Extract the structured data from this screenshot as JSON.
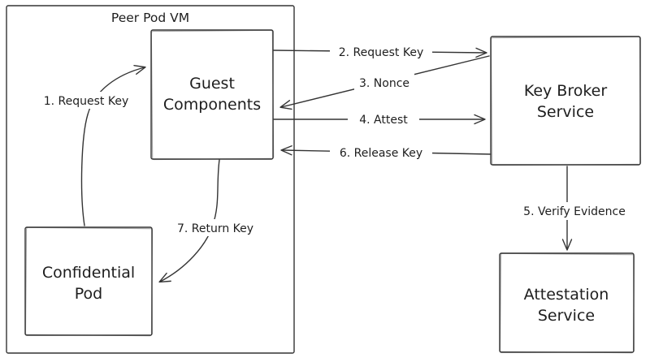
{
  "diagram": {
    "container_label": "Peer Pod VM",
    "nodes": {
      "guest_components": {
        "line1": "Guest",
        "line2": "Components"
      },
      "confidential_pod": {
        "line1": "Confidential",
        "line2": "Pod"
      },
      "key_broker_service": {
        "line1": "Key Broker",
        "line2": "Service"
      },
      "attestation_service": {
        "line1": "Attestation",
        "line2": "Service"
      }
    },
    "edges": {
      "request_key_internal": "1. Request Key",
      "request_key": "2. Request Key",
      "nonce": "3. Nonce",
      "attest": "4. Attest",
      "verify_evidence": "5. Verify Evidence",
      "release_key": "6. Release Key",
      "return_key": "7. Return Key"
    },
    "colors": {
      "stroke": "#343434",
      "text": "#1e1e1e",
      "background": "#ffffff"
    }
  }
}
